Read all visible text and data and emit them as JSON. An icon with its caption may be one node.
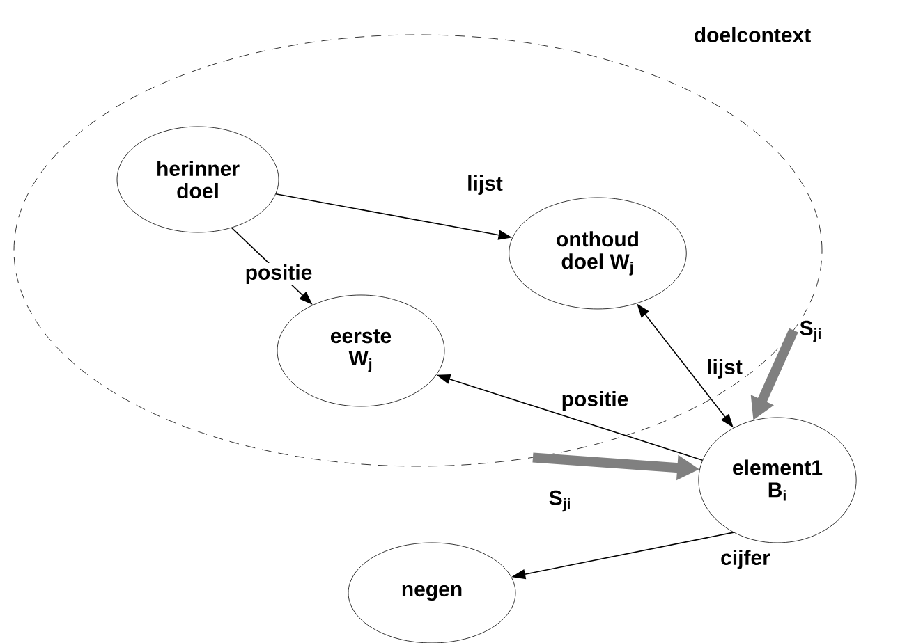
{
  "diagram": {
    "nodes": [
      {
        "text": [
          "doelcontext"
        ]
      },
      {
        "text": [
          "herinner doel"
        ],
        "in": 0
      },
      {
        "text": [
          "onthoud doel W$_{j}$"
        ],
        "in": 0
      },
      {
        "text": [
          "eerste W$_{j}$"
        ],
        "in": 0
      },
      {
        "text": [
          "element1 B$_{i}$"
        ]
      },
      {
        "text": [
          "negen"
        ]
      }
    ],
    "edges": [
      {
        "from": 1,
        "to": 2,
        "arrow": "to",
        "label": "lijst"
      },
      {
        "from": 1,
        "to": 3,
        "arrow": "to",
        "label": "positie"
      },
      {
        "from": 4,
        "to": 3,
        "arrow": "to",
        "label": "positie"
      },
      {
        "from": 4,
        "to": 2,
        "arrow": "both",
        "label": "lijst"
      },
      {
        "from": 0,
        "to": 4,
        "arrow": "to",
        "label": "S$_{ji}$",
        "style": "thick",
        "color": "#808080"
      },
      {
        "from": 0,
        "to": 4,
        "arrow": "to",
        "label": "S$_{ji}$",
        "style": "thick",
        "color": "#808080"
      },
      {
        "from": 4,
        "to": 5,
        "arrow": "to",
        "label": "cijfer"
      }
    ]
  }
}
